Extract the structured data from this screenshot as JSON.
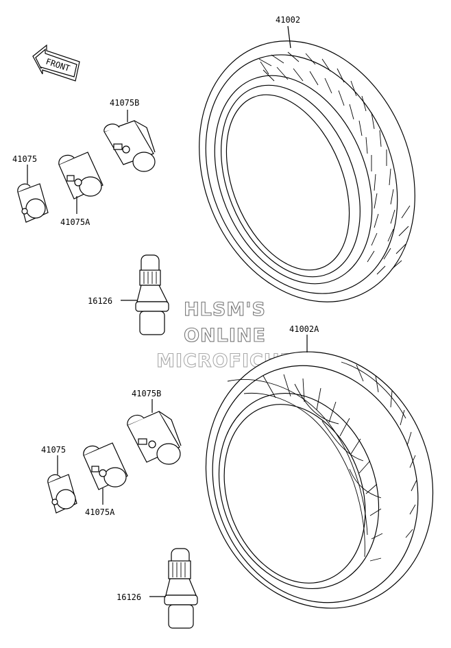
{
  "front_label": "FRONT",
  "watermark": {
    "line1": "HLSM'S",
    "line2": "ONLINE",
    "line3": "MICROFICHE"
  },
  "upper_group": {
    "tire_part": "41002",
    "weight_b": "41075B",
    "weight_small": "41075",
    "weight_a": "41075A",
    "valve": "16126"
  },
  "lower_group": {
    "tire_part": "41002A",
    "weight_b": "41075B",
    "weight_small": "41075",
    "weight_a": "41075A",
    "valve": "16126"
  }
}
